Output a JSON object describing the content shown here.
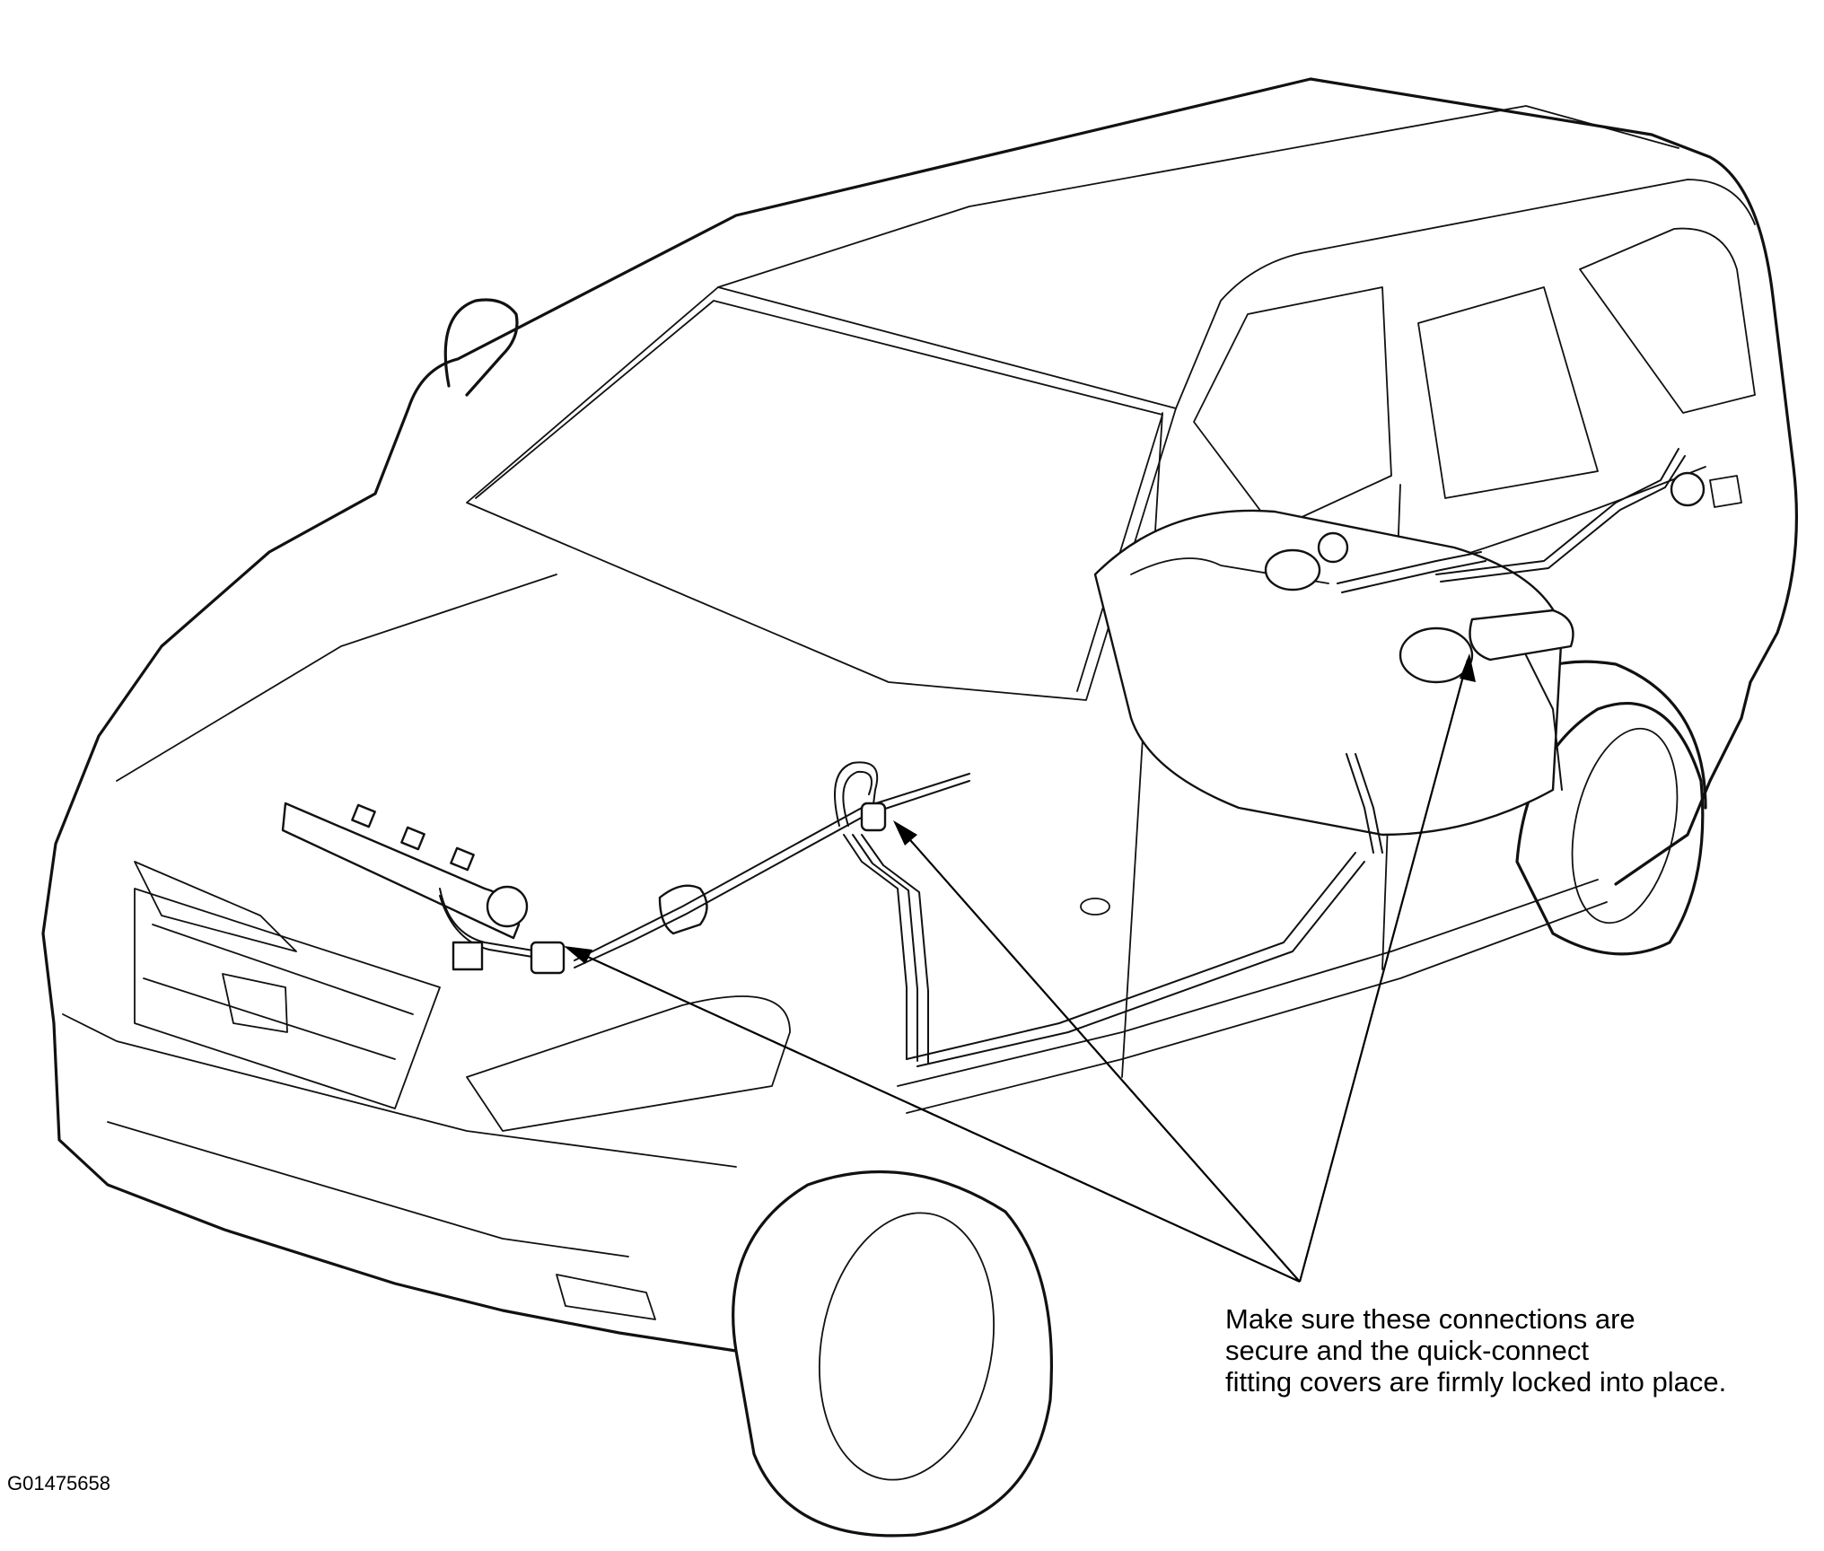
{
  "callout": {
    "lines": [
      "Make sure these connections are",
      "secure and the quick-connect",
      "fitting covers are firmly locked into place."
    ]
  },
  "figure_id": "G01475658"
}
